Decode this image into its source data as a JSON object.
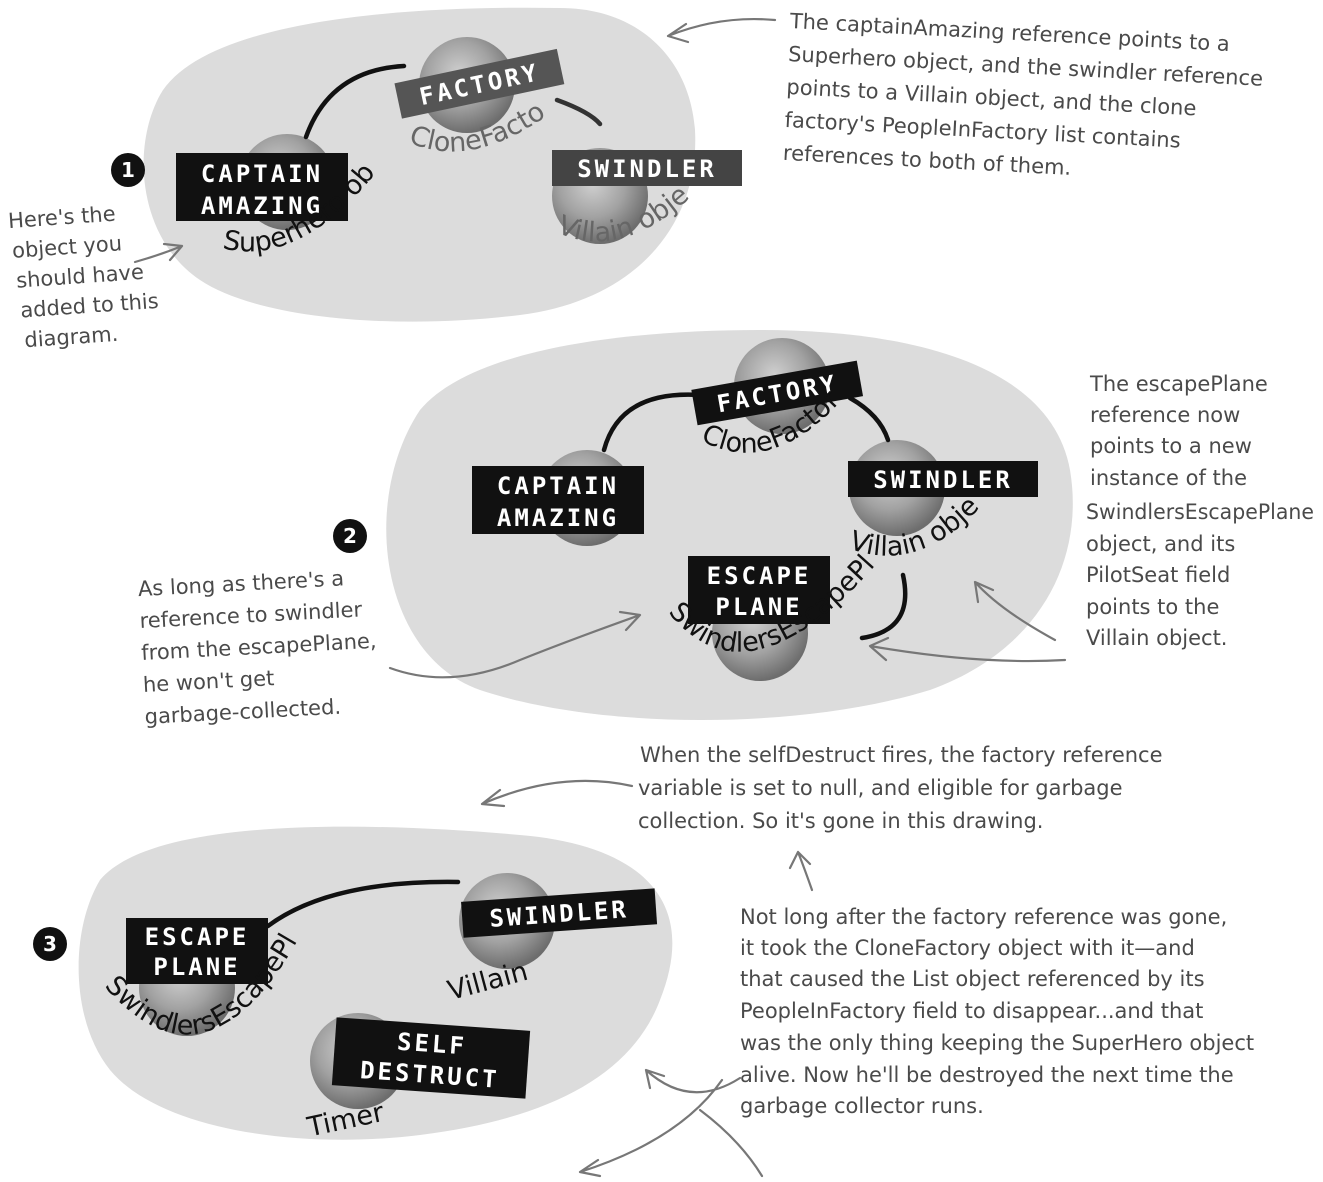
{
  "steps": [
    {
      "number": "1"
    },
    {
      "number": "2"
    },
    {
      "number": "3"
    }
  ],
  "diagram1": {
    "factory_label": "FACTORY",
    "factory_object": "CloneFactory",
    "captain_label": [
      "CAPTAIN",
      "AMAZING"
    ],
    "captain_object": "Superhero object",
    "swindler_label": "SWINDLER",
    "swindler_object": "Villain object"
  },
  "diagram2": {
    "factory_label": "FACTORY",
    "factory_object": "CloneFactory",
    "captain_label": [
      "CAPTAIN",
      "AMAZING"
    ],
    "swindler_label": "SWINDLER",
    "swindler_object": "Villain object",
    "escape_label": [
      "ESCAPE",
      "PLANE"
    ],
    "escape_object": "SwindlersEscapePlane"
  },
  "diagram3": {
    "escape_label": [
      "ESCAPE",
      "PLANE"
    ],
    "escape_object": "SwindlersEscapePlane",
    "swindler_label": "SWINDLER",
    "swindler_object": "Villain",
    "self_label": [
      "SELF",
      "DESTRUCT"
    ],
    "self_object": "Timer"
  },
  "notes": {
    "note1": [
      "The captainAmazing reference points to a",
      "Superhero object, and the swindler reference",
      "points to a Villain object, and the clone",
      "factory's PeopleInFactory list contains",
      "references to both of them."
    ],
    "note_added": [
      "Here's the",
      "object you",
      "should have",
      "added to this",
      "diagram."
    ],
    "note2_right": [
      "The escapePlane",
      "reference now",
      "points to a new",
      "instance of the",
      "SwindlersEscapePlane",
      "object, and its",
      "PilotSeat field",
      "points to the",
      "Villain object."
    ],
    "note2_left": [
      "As long as there's a",
      "reference to swindler",
      "from the escapePlane,",
      "he won't get",
      "garbage-collected."
    ],
    "note3_top": [
      "When the selfDestruct fires, the factory reference",
      "variable is set to null, and eligible for garbage",
      "collection. So it's gone in this drawing."
    ],
    "note3_right": [
      "Not long after the factory reference was gone,",
      "it took the CloneFactory object with it—and",
      "that caused the List object referenced by its",
      "PeopleInFactory field to disappear...and that",
      "was the only thing keeping the SuperHero object",
      "alive. Now he'll be destroyed the next time the",
      "garbage collector runs."
    ]
  },
  "colors": {
    "cloud": "#dcdcdc",
    "label_bg": "#111111",
    "factory_label_bg": "#555555",
    "note_text": "#4a4a4a"
  }
}
